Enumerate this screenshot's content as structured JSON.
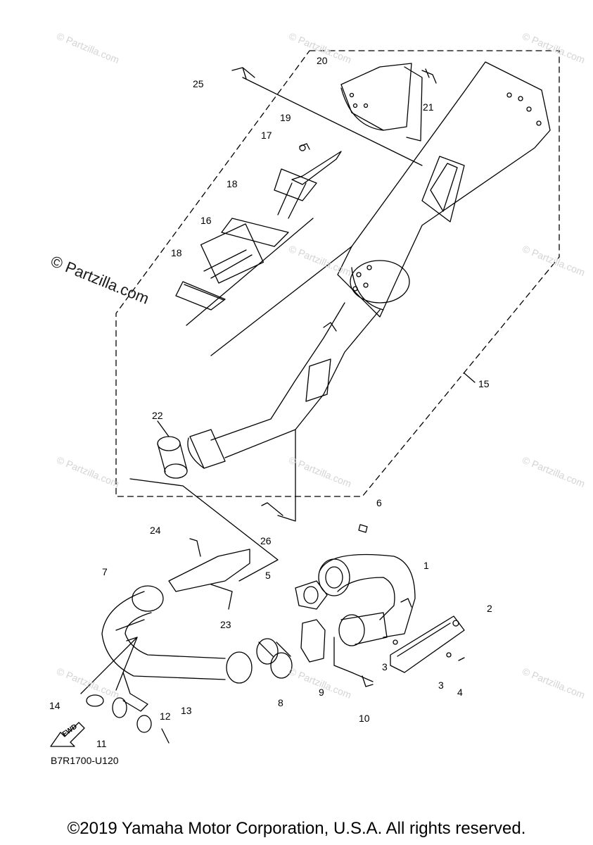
{
  "diagram": {
    "drawing_code": "B7R1700-U120",
    "copyright": "©2019 Yamaha Motor Corporation, U.S.A. All rights reserved.",
    "watermark": "© Partzilla.com",
    "watermark_prominent": "© Partzilla.com",
    "fwd_label": "FWD",
    "callouts": [
      "1",
      "2",
      "3",
      "3",
      "4",
      "5",
      "6",
      "7",
      "8",
      "9",
      "10",
      "11",
      "12",
      "13",
      "14",
      "15",
      "16",
      "17",
      "18",
      "18",
      "19",
      "20",
      "21",
      "22",
      "23",
      "24",
      "25",
      "26"
    ]
  }
}
